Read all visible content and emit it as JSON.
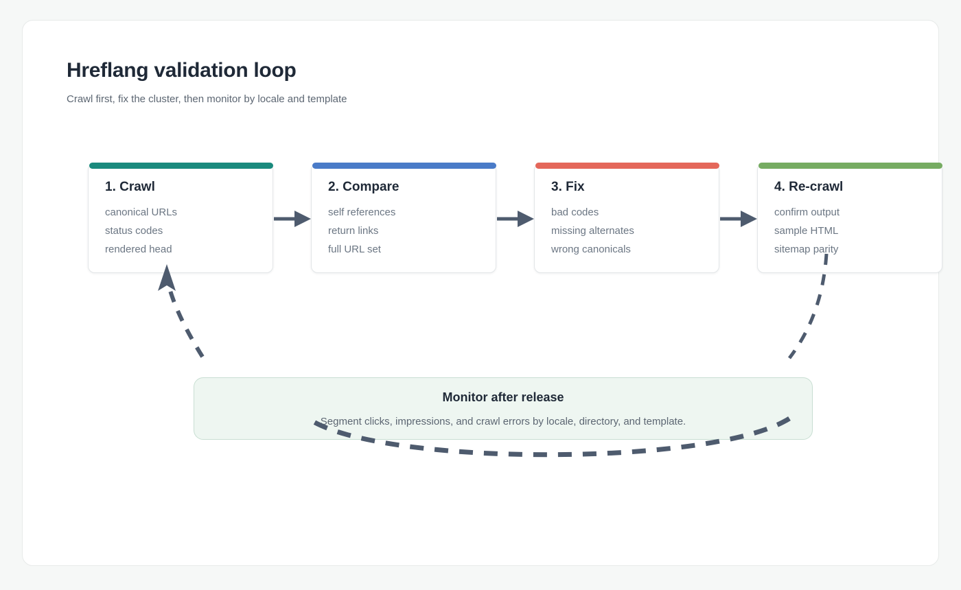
{
  "header": {
    "title": "Hreflang validation loop",
    "subtitle": "Crawl first, fix the cluster, then monitor by locale and template"
  },
  "steps": [
    {
      "title": "1. Crawl",
      "accent": "#1a8a7d",
      "items": [
        "canonical URLs",
        "status codes",
        "rendered head"
      ]
    },
    {
      "title": "2. Compare",
      "accent": "#4a7bc8",
      "items": [
        "self references",
        "return links",
        "full URL set"
      ]
    },
    {
      "title": "3. Fix",
      "accent": "#e4675a",
      "items": [
        "bad codes",
        "missing alternates",
        "wrong canonicals"
      ]
    },
    {
      "title": "4. Re-crawl",
      "accent": "#76ac62",
      "items": [
        "confirm output",
        "sample HTML",
        "sitemap parity"
      ]
    }
  ],
  "connectors": [
    {
      "name": "arrow-crawl-to-compare"
    },
    {
      "name": "arrow-compare-to-fix"
    },
    {
      "name": "arrow-fix-to-recrawl"
    }
  ],
  "monitor": {
    "title": "Monitor after release",
    "description": "Segment clicks, impressions, and crawl errors by locale, directory, and template.",
    "fill": "#eef6f1",
    "border": "#c8ded2"
  },
  "feedback_loop": {
    "name": "feedback-loop-recrawl-to-crawl",
    "style": "dashed",
    "color": "#4e5b6e"
  },
  "colors": {
    "page_background": "#f6f8f7",
    "panel_background": "#ffffff",
    "title_text": "#1f2937",
    "muted_text": "#6b7683",
    "arrow": "#4e5b6e"
  }
}
